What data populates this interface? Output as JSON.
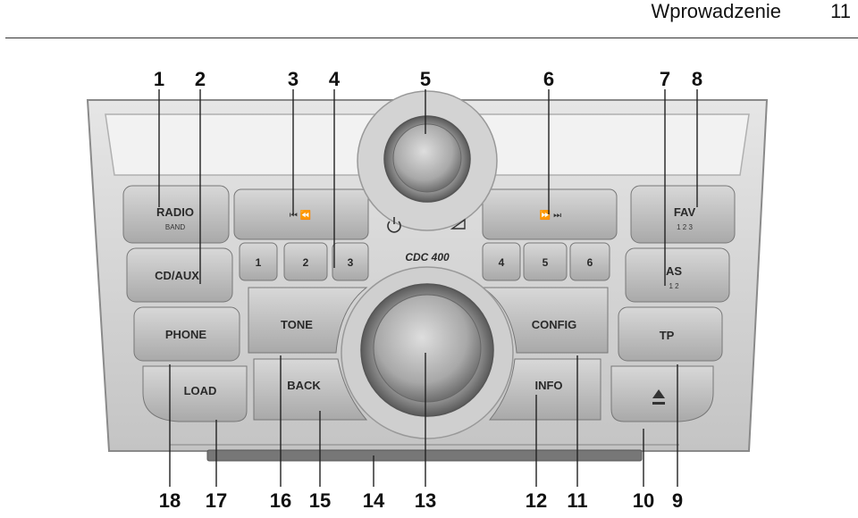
{
  "header": {
    "title": "Wprowadzenie",
    "page_number": "11"
  },
  "callouts_top": [
    "1",
    "2",
    "3",
    "4",
    "5",
    "6",
    "7",
    "8"
  ],
  "callouts_bottom": [
    "18",
    "17",
    "16",
    "15",
    "14",
    "13",
    "12",
    "11",
    "10",
    "9"
  ],
  "buttons": {
    "radio": "RADIO",
    "radio_sub": "BAND",
    "cd_aux": "CD/AUX",
    "phone": "PHONE",
    "load": "LOAD",
    "tone": "TONE",
    "back": "BACK",
    "config": "CONFIG",
    "info": "INFO",
    "fav": "FAV",
    "fav_sub": "1 2 3",
    "as": "AS",
    "as_sub": "1 2",
    "tp": "TP",
    "seek_left": "⏮ ⏪",
    "seek_right": "⏩ ⏭",
    "model": "CDC 400",
    "presets": [
      "1",
      "2",
      "3",
      "4",
      "5",
      "6"
    ]
  },
  "icons": [
    "power-icon",
    "mute-icon",
    "eject-icon",
    "seek-back-icon",
    "seek-forward-icon"
  ]
}
